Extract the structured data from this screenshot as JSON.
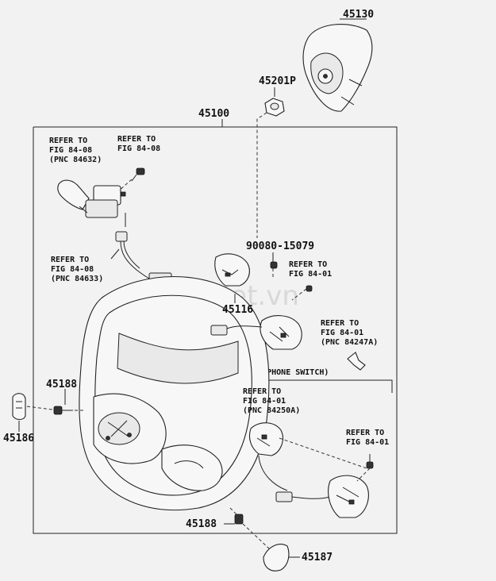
{
  "watermark": "sedanviet.vn",
  "parts": {
    "p45130": "45130",
    "p45201p": "45201P",
    "p45100": "45100",
    "p90080": "90080-15079",
    "p45116": "45116",
    "p45188_top": "45188",
    "p45186": "45186",
    "p45188_bottom": "45188",
    "p45187": "45187"
  },
  "refs": {
    "r1": [
      "REFER TO",
      "FIG 84-08",
      "(PNC 84632)"
    ],
    "r2": [
      "REFER TO",
      "FIG 84-08"
    ],
    "r3": [
      "REFER TO",
      "FIG 84-08",
      "(PNC 84633)"
    ],
    "r4": [
      "REFER TO",
      "FIG 84-01"
    ],
    "r5": [
      "REFER TO",
      "FIG 84-01",
      "(PNC 84247A)"
    ],
    "r6": [
      "REFER TO",
      "FIG 84-01",
      "(PNC 84250A)"
    ],
    "r7": [
      "REFER TO",
      "FIG 84-01"
    ]
  },
  "telephone_switch_label": "W(TELEPHONE SWITCH)"
}
